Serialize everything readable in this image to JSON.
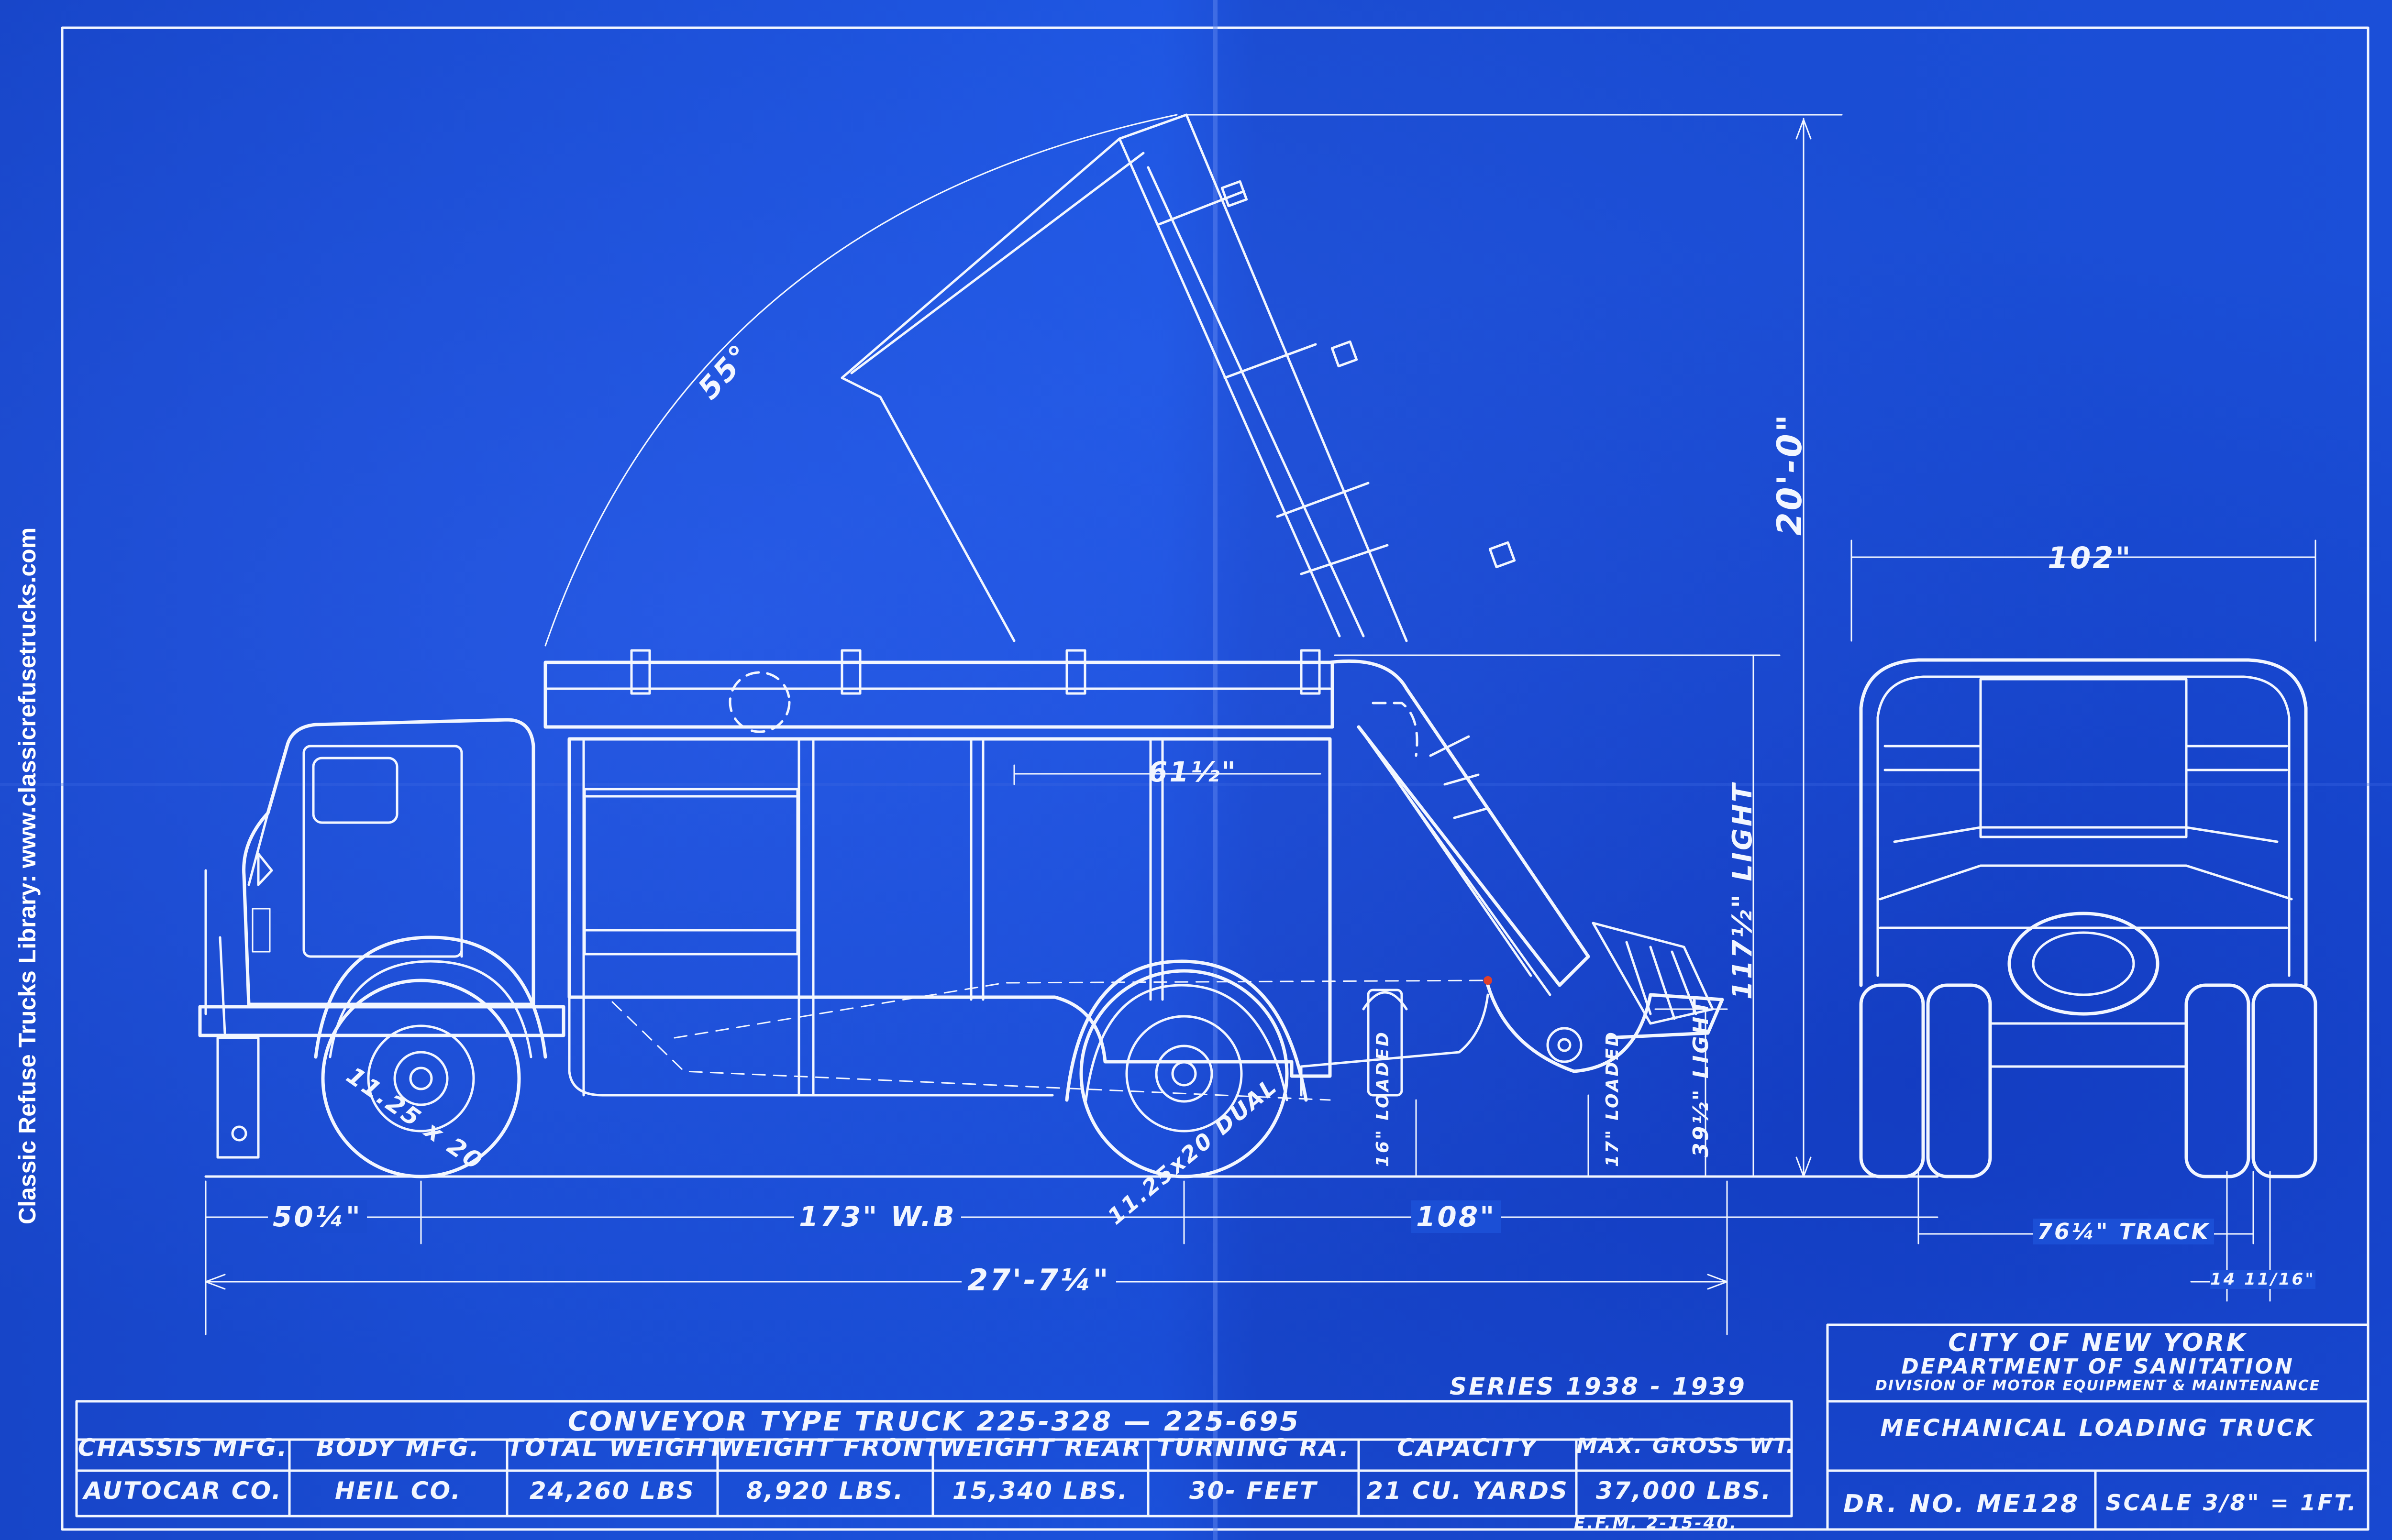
{
  "credit": "Classic Refuse Trucks Library: www.classicrefusetrucks.com",
  "dimensions": {
    "angle": "55°",
    "height": "20'-0\"",
    "width": "102\"",
    "body_length": "61½\"",
    "light_height": "117½\" LIGHT",
    "ground_clearance_rear": "39½\" LIGHT",
    "loaded_1": "16\" LOADED",
    "loaded_2": "17\" LOADED",
    "front_overhang": "50¼\"",
    "wheelbase": "173\" W.B",
    "rear_overhang": "108\"",
    "overall_length": "27'-7¼\"",
    "track": "76¼\" TRACK",
    "dual_spacing": "14 11/16\""
  },
  "tires": {
    "front": "11.25 x 20",
    "rear": "11.25x20 DUAL"
  },
  "series": "SERIES 1938 - 1939",
  "title_block": {
    "city": "CITY OF NEW YORK",
    "department": "DEPARTMENT OF SANITATION",
    "division": "DIVISION OF MOTOR EQUIPMENT & MAINTENANCE",
    "drawing_title": "MECHANICAL LOADING TRUCK",
    "drawing_number": "DR. NO. ME128",
    "scale": "SCALE 3/8\" = 1FT."
  },
  "spec_table": {
    "title": "CONVEYOR TYPE TRUCK 225-328 — 225-695",
    "headers": [
      "CHASSIS MFG.",
      "BODY MFG.",
      "TOTAL WEIGHT",
      "WEIGHT FRONT",
      "WEIGHT REAR",
      "TURNING RA.",
      "CAPACITY",
      "MAX. GROSS WT."
    ],
    "values": [
      "AUTOCAR CO.",
      "HEIL CO.",
      "24,260 LBS",
      "8,920 LBS.",
      "15,340 LBS.",
      "30- FEET",
      "21 CU. YARDS",
      "37,000 LBS."
    ]
  },
  "signature": "E.F.M. 2-15-40."
}
